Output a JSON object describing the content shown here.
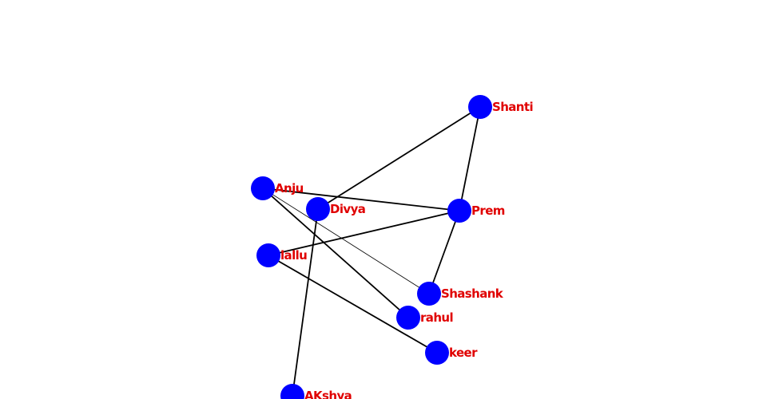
{
  "graph": {
    "node_color": "#0000ff",
    "label_color": "#e00000",
    "edge_color": "#000000",
    "nodes": [
      {
        "id": "shanti",
        "label": "Shanti"
      },
      {
        "id": "anju",
        "label": "Anju"
      },
      {
        "id": "divya",
        "label": "Divya"
      },
      {
        "id": "prem",
        "label": "Prem"
      },
      {
        "id": "lallu",
        "label": "lallu"
      },
      {
        "id": "shashank",
        "label": "Shashank"
      },
      {
        "id": "rahul",
        "label": "rahul"
      },
      {
        "id": "keer",
        "label": "keer"
      },
      {
        "id": "akshya",
        "label": "AKshya"
      }
    ],
    "edges": [
      {
        "source": "shanti",
        "target": "divya"
      },
      {
        "source": "shanti",
        "target": "prem"
      },
      {
        "source": "anju",
        "target": "prem"
      },
      {
        "source": "anju",
        "target": "shashank",
        "weight": "thin"
      },
      {
        "source": "anju",
        "target": "rahul"
      },
      {
        "source": "prem",
        "target": "lallu"
      },
      {
        "source": "prem",
        "target": "shashank"
      },
      {
        "source": "divya",
        "target": "akshya"
      },
      {
        "source": "lallu",
        "target": "keer"
      }
    ]
  }
}
